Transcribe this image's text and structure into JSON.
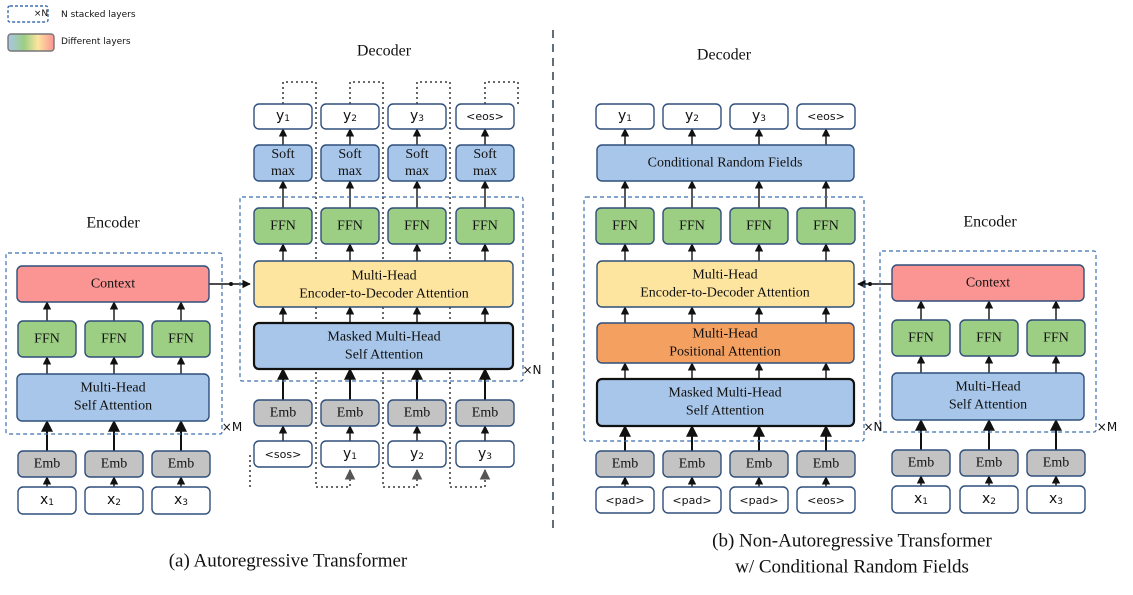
{
  "legend": {
    "stacked_marker": "×N",
    "stacked_label": "N stacked layers",
    "gradient_label": "Different layers"
  },
  "left": {
    "caption": "(a) Autoregressive Transformer",
    "encoder": {
      "title": "Encoder",
      "context": "Context",
      "ffn": "FFN",
      "self_attn": [
        "Multi-Head",
        "Self Attention"
      ],
      "emb": "Emb",
      "inputs": [
        [
          "x",
          "1"
        ],
        [
          "x",
          "2"
        ],
        [
          "x",
          "3"
        ]
      ],
      "repeat": "×M"
    },
    "decoder": {
      "title": "Decoder",
      "outputs": [
        [
          "y",
          "1"
        ],
        [
          "y",
          "2"
        ],
        [
          "y",
          "3"
        ],
        [
          "<eos>",
          ""
        ]
      ],
      "softmax": [
        "Soft",
        "max"
      ],
      "ffn": "FFN",
      "enc_dec_attn": [
        "Multi-Head",
        "Encoder-to-Decoder Attention"
      ],
      "masked_attn": [
        "Masked Multi-Head",
        "Self Attention"
      ],
      "emb": "Emb",
      "inputs": [
        [
          "<sos>",
          ""
        ],
        [
          "y",
          "1"
        ],
        [
          "y",
          "2"
        ],
        [
          "y",
          "3"
        ]
      ],
      "repeat": "×N"
    }
  },
  "right": {
    "caption": [
      "(b) Non-Autoregressive Transformer",
      "w/ Conditional Random Fields"
    ],
    "encoder": {
      "title": "Encoder",
      "context": "Context",
      "ffn": "FFN",
      "self_attn": [
        "Multi-Head",
        "Self Attention"
      ],
      "emb": "Emb",
      "inputs": [
        [
          "x",
          "1"
        ],
        [
          "x",
          "2"
        ],
        [
          "x",
          "3"
        ]
      ],
      "repeat": "×M"
    },
    "decoder": {
      "title": "Decoder",
      "outputs": [
        [
          "y",
          "1"
        ],
        [
          "y",
          "2"
        ],
        [
          "y",
          "3"
        ],
        [
          "<eos>",
          ""
        ]
      ],
      "crf": "Conditional Random Fields",
      "ffn": "FFN",
      "enc_dec_attn": [
        "Multi-Head",
        "Encoder-to-Decoder Attention"
      ],
      "pos_attn": [
        "Multi-Head",
        "Positional Attention"
      ],
      "masked_attn": [
        "Masked Multi-Head",
        "Self Attention"
      ],
      "emb": "Emb",
      "inputs": [
        [
          "<pad>",
          ""
        ],
        [
          "<pad>",
          ""
        ],
        [
          "<pad>",
          ""
        ],
        [
          "<eos>",
          ""
        ]
      ],
      "repeat": "×N"
    }
  },
  "colors": {
    "context": "#fa9593",
    "ffn": "#9cce84",
    "attention": "#a8c6e9",
    "enc_dec": "#fde59f",
    "positional": "#f3a061",
    "emb": "#c3c3c3",
    "box_stroke": "#2f4f7a",
    "dashed": "#3f6faf"
  }
}
